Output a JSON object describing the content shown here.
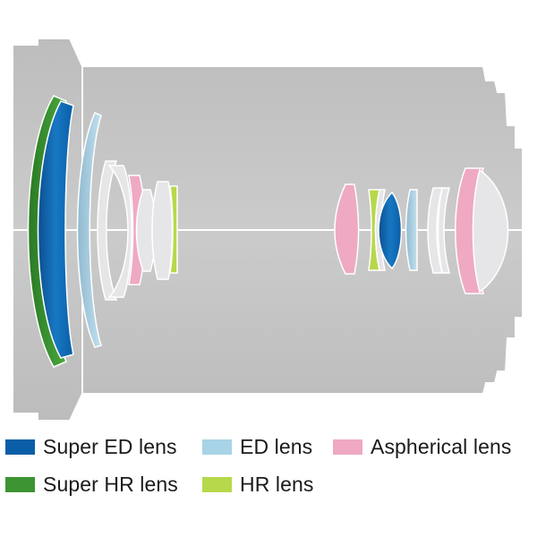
{
  "legend": {
    "super_ed": {
      "label": "Super ED lens",
      "color": "#0a5ea8"
    },
    "ed": {
      "label": "ED lens",
      "color": "#a9d3e6"
    },
    "aspherical": {
      "label": "Aspherical lens",
      "color": "#efa9c3"
    },
    "super_hr": {
      "label": "Super HR lens",
      "color": "#3c9432"
    },
    "hr": {
      "label": "HR lens",
      "color": "#b7d84a"
    }
  },
  "colors": {
    "barrel_fill": "#c4c4c4",
    "barrel_outline": "#ffffff",
    "plain_lens": "#e6e6e8",
    "optical_axis": "#ffffff"
  },
  "icons": {
    "lens_barrel": "lens-barrel-cross-section"
  }
}
